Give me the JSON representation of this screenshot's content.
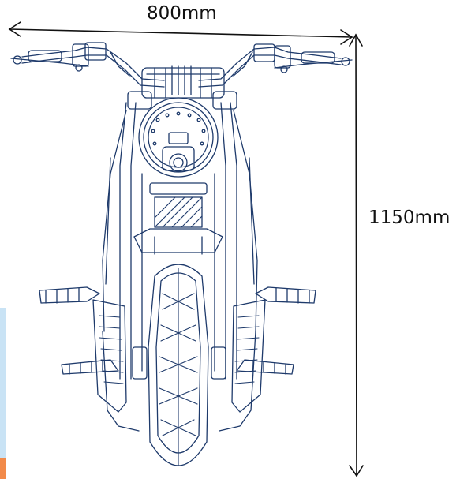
{
  "dimensions": {
    "width_label": "800mm",
    "height_label": "1150mm"
  },
  "colors": {
    "line_art": "#1e3a6b",
    "dimension_line": "#111111",
    "hatch": "#1e3a6b",
    "watermark_blue": "#c9e3f5",
    "watermark_orange": "#f28a4a"
  },
  "subject": "motorcycle-front-view-line-drawing"
}
